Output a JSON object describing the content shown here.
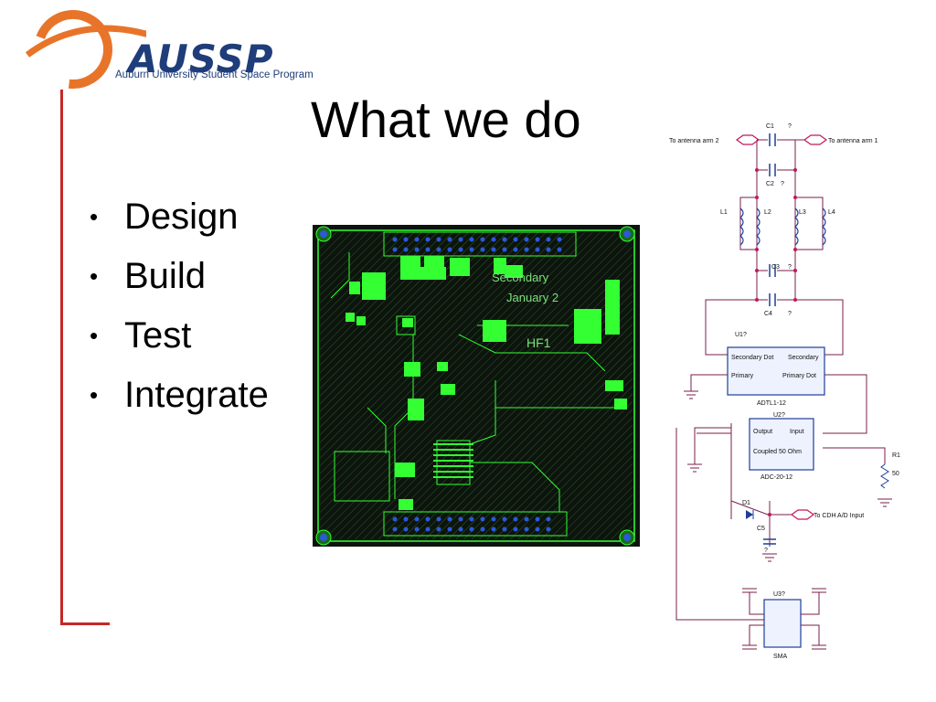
{
  "logo": {
    "name": "AUSSP",
    "subtitle": "Auburn University Student Space Program"
  },
  "slide": {
    "title": "What we do",
    "bullets": [
      "Design",
      "Build",
      "Test",
      "Integrate"
    ]
  },
  "pcb": {
    "silkscreen_lines": [
      "Secondary ",
      "January 2",
      "HF1"
    ]
  },
  "schematic": {
    "labels": {
      "c1": "C1",
      "c1q": "?",
      "antenna2": "To antenna arm 2",
      "antenna1": "To antenna arm 1",
      "c2": "C2",
      "c2q": "?",
      "l1": "L1",
      "l2": "L2",
      "l3": "L3",
      "l4": "L4",
      "c3": "C3",
      "c3q": "?",
      "c4": "C4",
      "c4q": "?",
      "u1": "U1?",
      "u1_secdot": "Secondary Dot",
      "u1_sec": "Secondary",
      "u1_primary": "Primary",
      "u1_primdot": "Primary Dot",
      "u1_part": "ADTL1-12",
      "u2": "U2?",
      "u2_output": "Output",
      "u2_input": "Input",
      "u2_coupled": "Coupled 50 Ohm",
      "u2_part": "ADC-20-12",
      "r1": "R1",
      "r1v": "50",
      "d1": "D1",
      "c5": "C5",
      "c5q": "?",
      "cdh": "To CDH A/D Input",
      "u3": "U3?",
      "u3_part": "SMA"
    }
  },
  "colors": {
    "accent_red": "#c62828",
    "logo_orange": "#e8742a",
    "logo_blue": "#1f3d7a",
    "pcb_green": "#33ff33",
    "pcb_bg": "#0d140d",
    "schematic_wire": "#7a1f4a",
    "schematic_comp": "#1f3d99"
  }
}
